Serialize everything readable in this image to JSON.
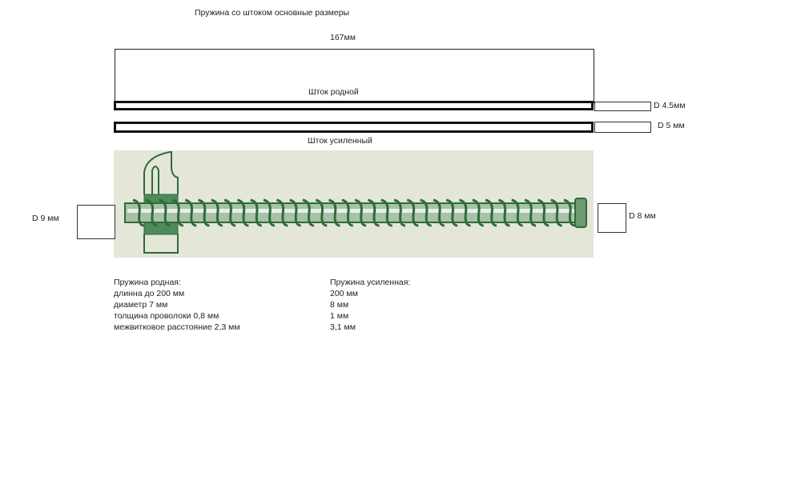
{
  "title": "Пружина со штоком  основные размеры",
  "length_label": "167мм",
  "rod_native": {
    "label": "Шток родной",
    "diameter": "D 4.5мм"
  },
  "rod_reinforced": {
    "label": "Шток усиленный",
    "diameter": "D 5 мм"
  },
  "spring_left_diameter": "D 9 мм",
  "spring_right_diameter": "D 8 мм",
  "colors": {
    "spring": "#2e6b3a",
    "background": "#e4e6d8"
  },
  "specs": {
    "native": {
      "heading": "Пружина родная:",
      "lines": [
        "длинна до 200 мм",
        "диаметр 7 мм",
        "толщина проволоки 0,8 мм",
        "межвитковое расстояние 2,3 мм"
      ]
    },
    "reinforced": {
      "heading": "Пружина усиленная:",
      "lines": [
        "200 мм",
        "8 мм",
        "1 мм",
        "3,1 мм"
      ]
    }
  }
}
